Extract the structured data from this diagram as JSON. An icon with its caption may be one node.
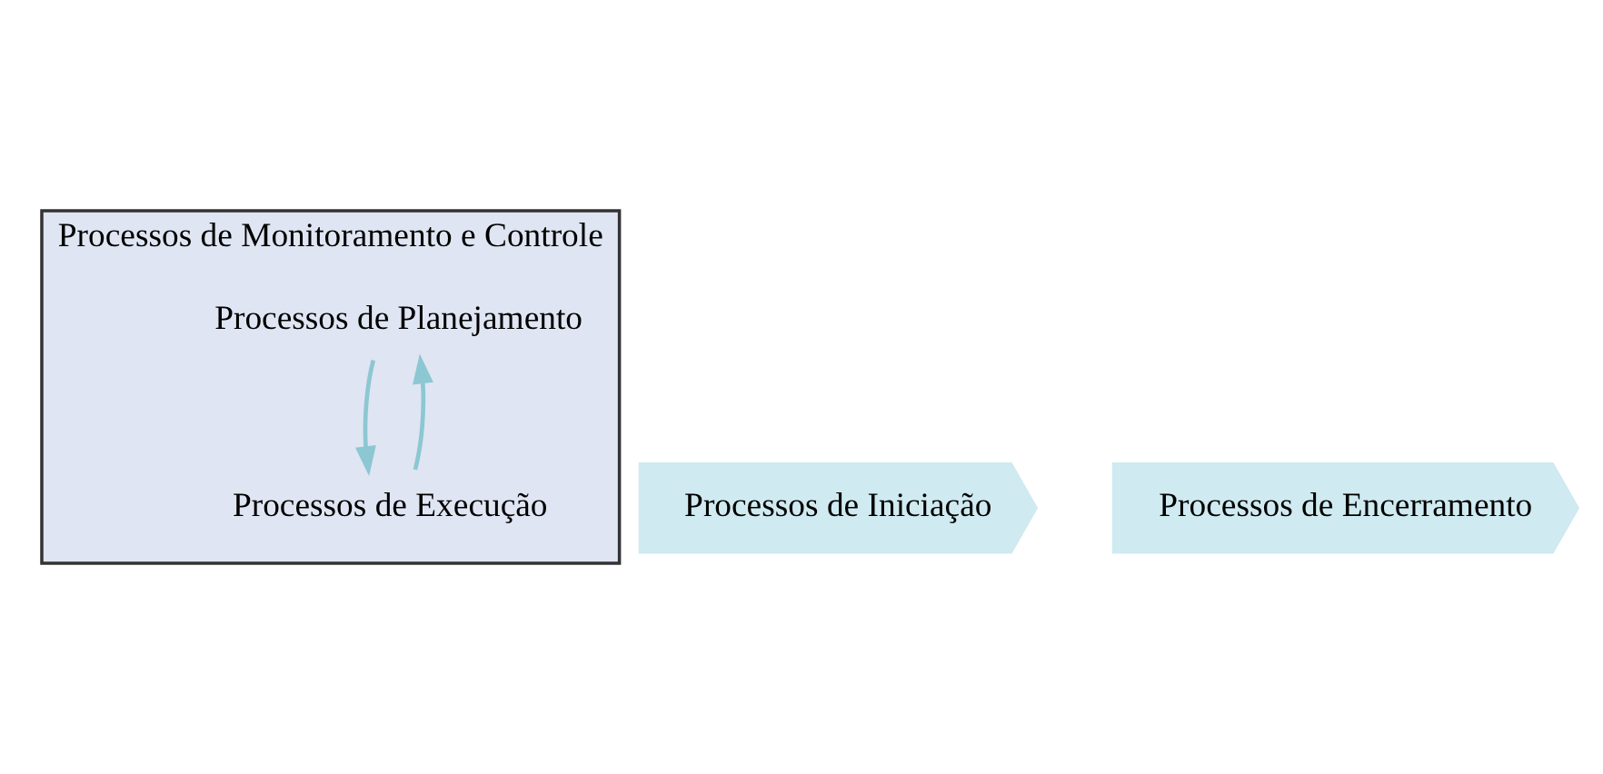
{
  "diagram": {
    "nodes": [
      {
        "text": [
          "Processos de Monitoramento e Controle"
        ]
      },
      {
        "text": [
          "Processos de Planejamento"
        ],
        "in": 0
      },
      {
        "text": [
          "Processos de Execução"
        ],
        "in": 0
      },
      {
        "text": [
          "Processos de Iniciação"
        ]
      },
      {
        "text": [
          "Processos de Encerramento"
        ]
      }
    ],
    "edges": [
      {
        "from": 1,
        "to": 2,
        "arrow": "to"
      },
      {
        "from": 2,
        "to": 1,
        "arrow": "to"
      }
    ]
  }
}
